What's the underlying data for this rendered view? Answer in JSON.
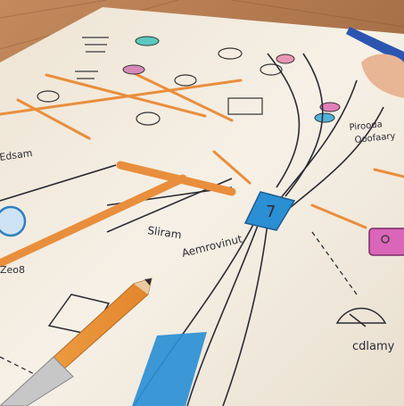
{
  "photo": {
    "subject": "hand-drawn flow diagram on paper with pencils",
    "labels": {
      "center": "Sliram",
      "center_sub": "Aemrovinut",
      "left_mid": "Edsam",
      "left_low": "Zeo8",
      "right_top": "Pirooda",
      "right_top_sub": "Ooofaary",
      "right_bottom": "cdlamy",
      "blue_box": "7"
    },
    "colors": {
      "paper": "#f3ece1",
      "desk": "#a9704a",
      "orange_marker": "#e98e3c",
      "blue_marker": "#2b8fd4",
      "pink_marker": "#d966b8",
      "ink": "#2b2b33"
    }
  }
}
